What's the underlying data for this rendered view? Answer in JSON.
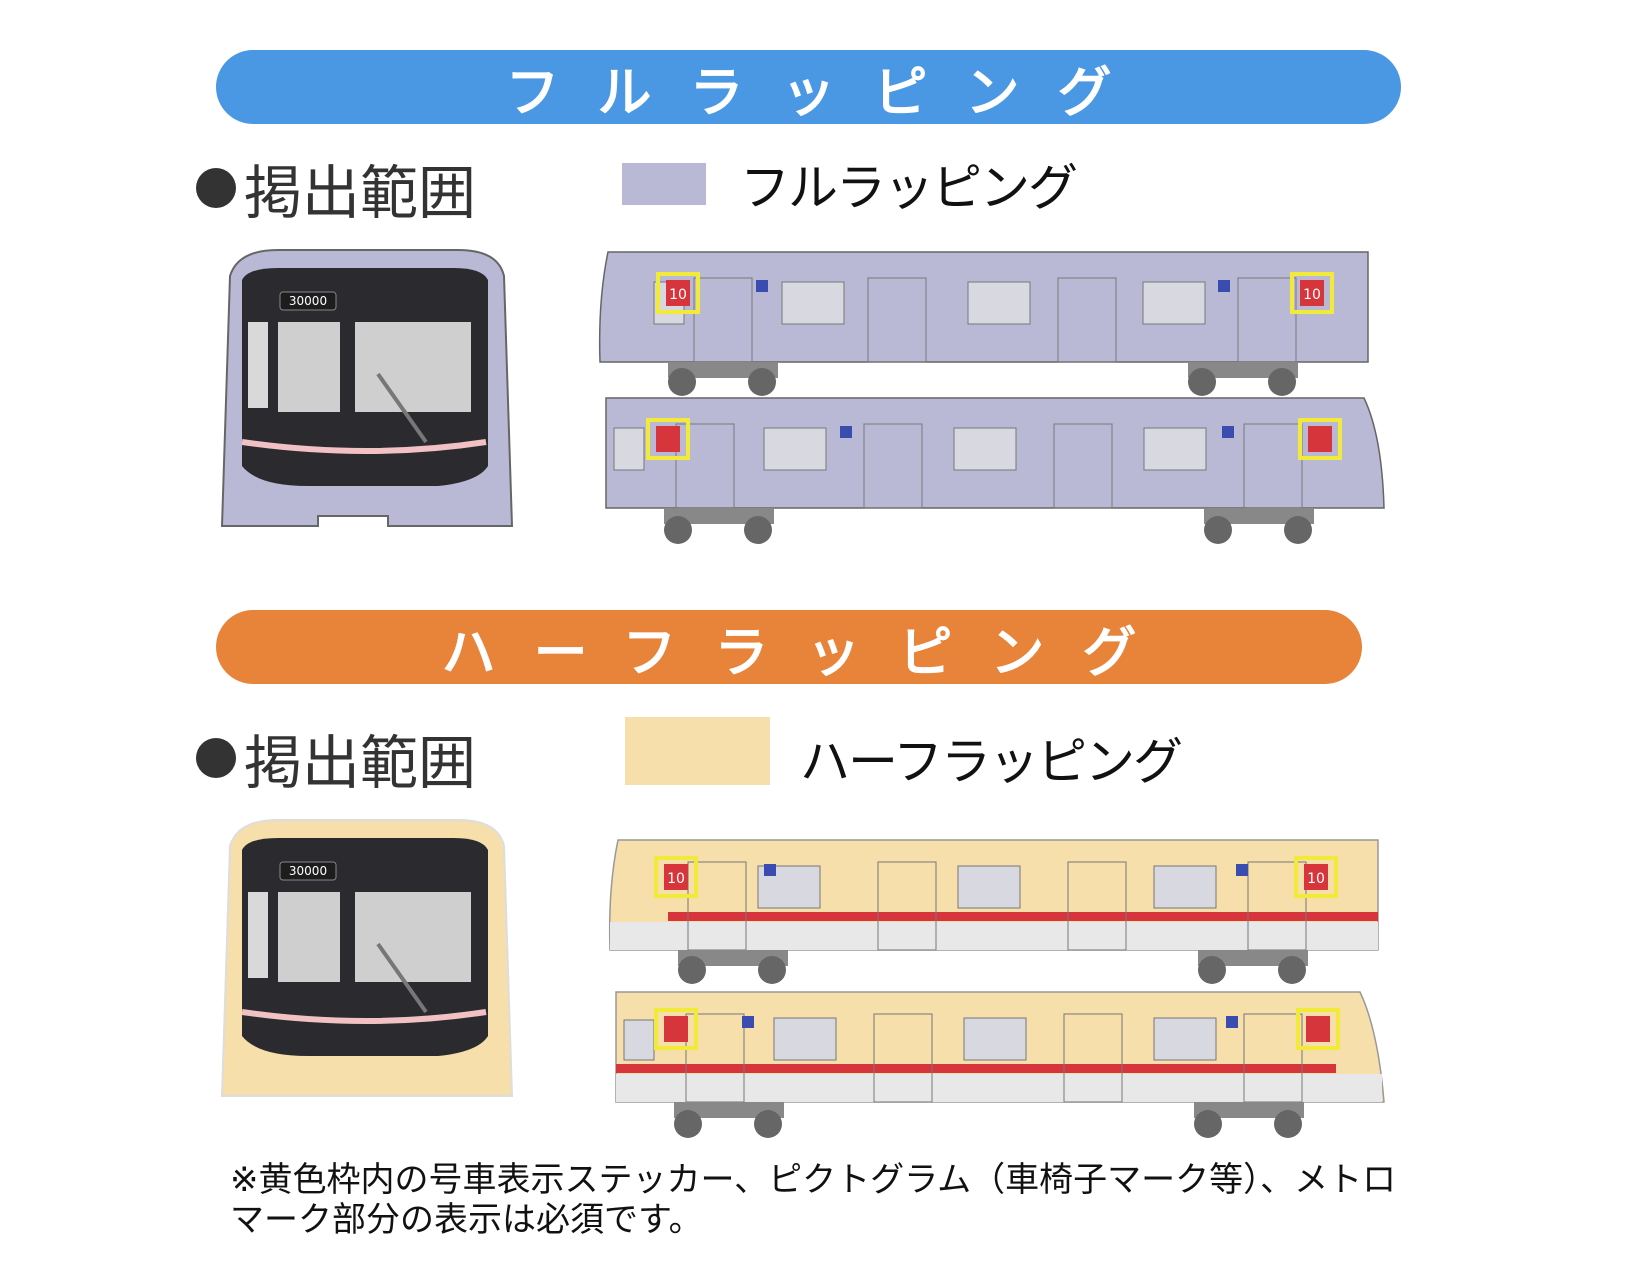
{
  "full": {
    "banner": "フルラッピング",
    "scope_label": "掲出範囲",
    "legend_label": "フルラッピング",
    "color": "#4a98e3",
    "wrap_color": "#b9b9d6"
  },
  "half": {
    "banner": "ハーフラッピング",
    "scope_label": "掲出範囲",
    "legend_label": "ハーフラッピング",
    "color": "#e8833a",
    "wrap_color": "#f6dfaa"
  },
  "train": {
    "number": "30000",
    "car_number": "10"
  },
  "note": {
    "line1": "※黄色枠内の号車表示ステッカー、ピクトグラム（車椅子マーク等）、メトロ",
    "line2": "マーク部分の表示は必須です。"
  }
}
